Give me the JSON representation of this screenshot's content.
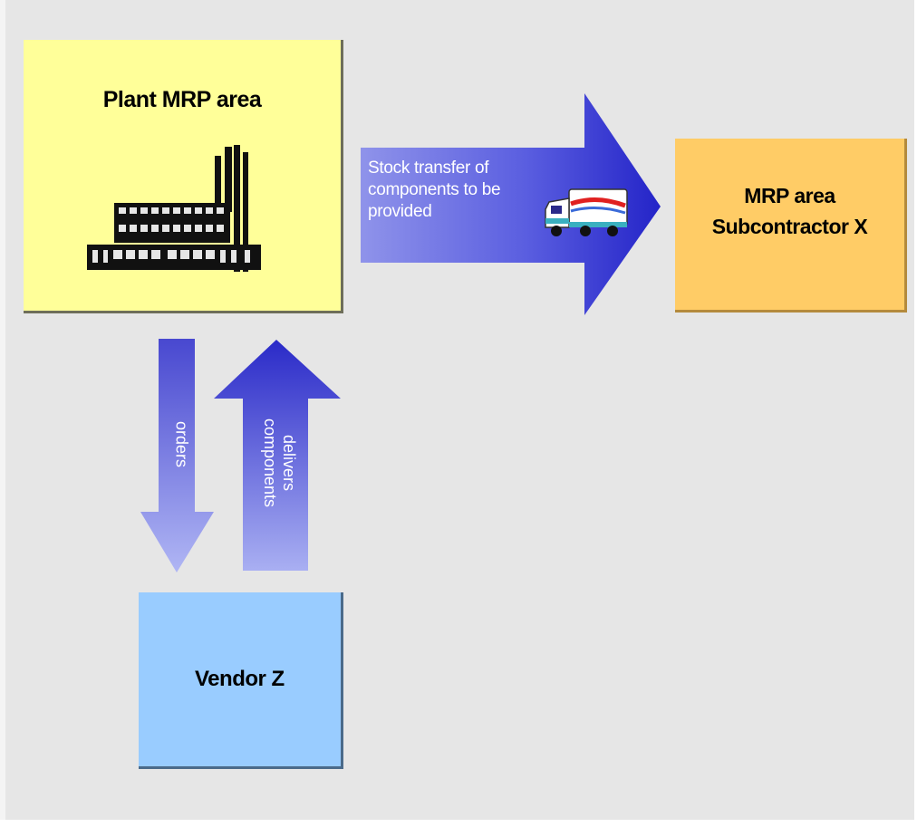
{
  "diagram": {
    "plant_area": {
      "title": "Plant MRP area"
    },
    "subcontractor_area": {
      "title": "MRP area Subcontractor X"
    },
    "vendor": {
      "title": "Vendor Z"
    },
    "arrows": {
      "stock_transfer": "Stock transfer of components to be provided",
      "orders": "orders",
      "delivers": "delivers components"
    },
    "colors": {
      "plant_fill": "#ffff99",
      "subcontractor_fill": "#ffcc66",
      "vendor_fill": "#99ccff",
      "arrow_dark": "#2b2bcc",
      "arrow_light": "#9ea6f2",
      "background": "#e6e6e6"
    },
    "icons": [
      "factory-icon",
      "truck-icon"
    ]
  }
}
